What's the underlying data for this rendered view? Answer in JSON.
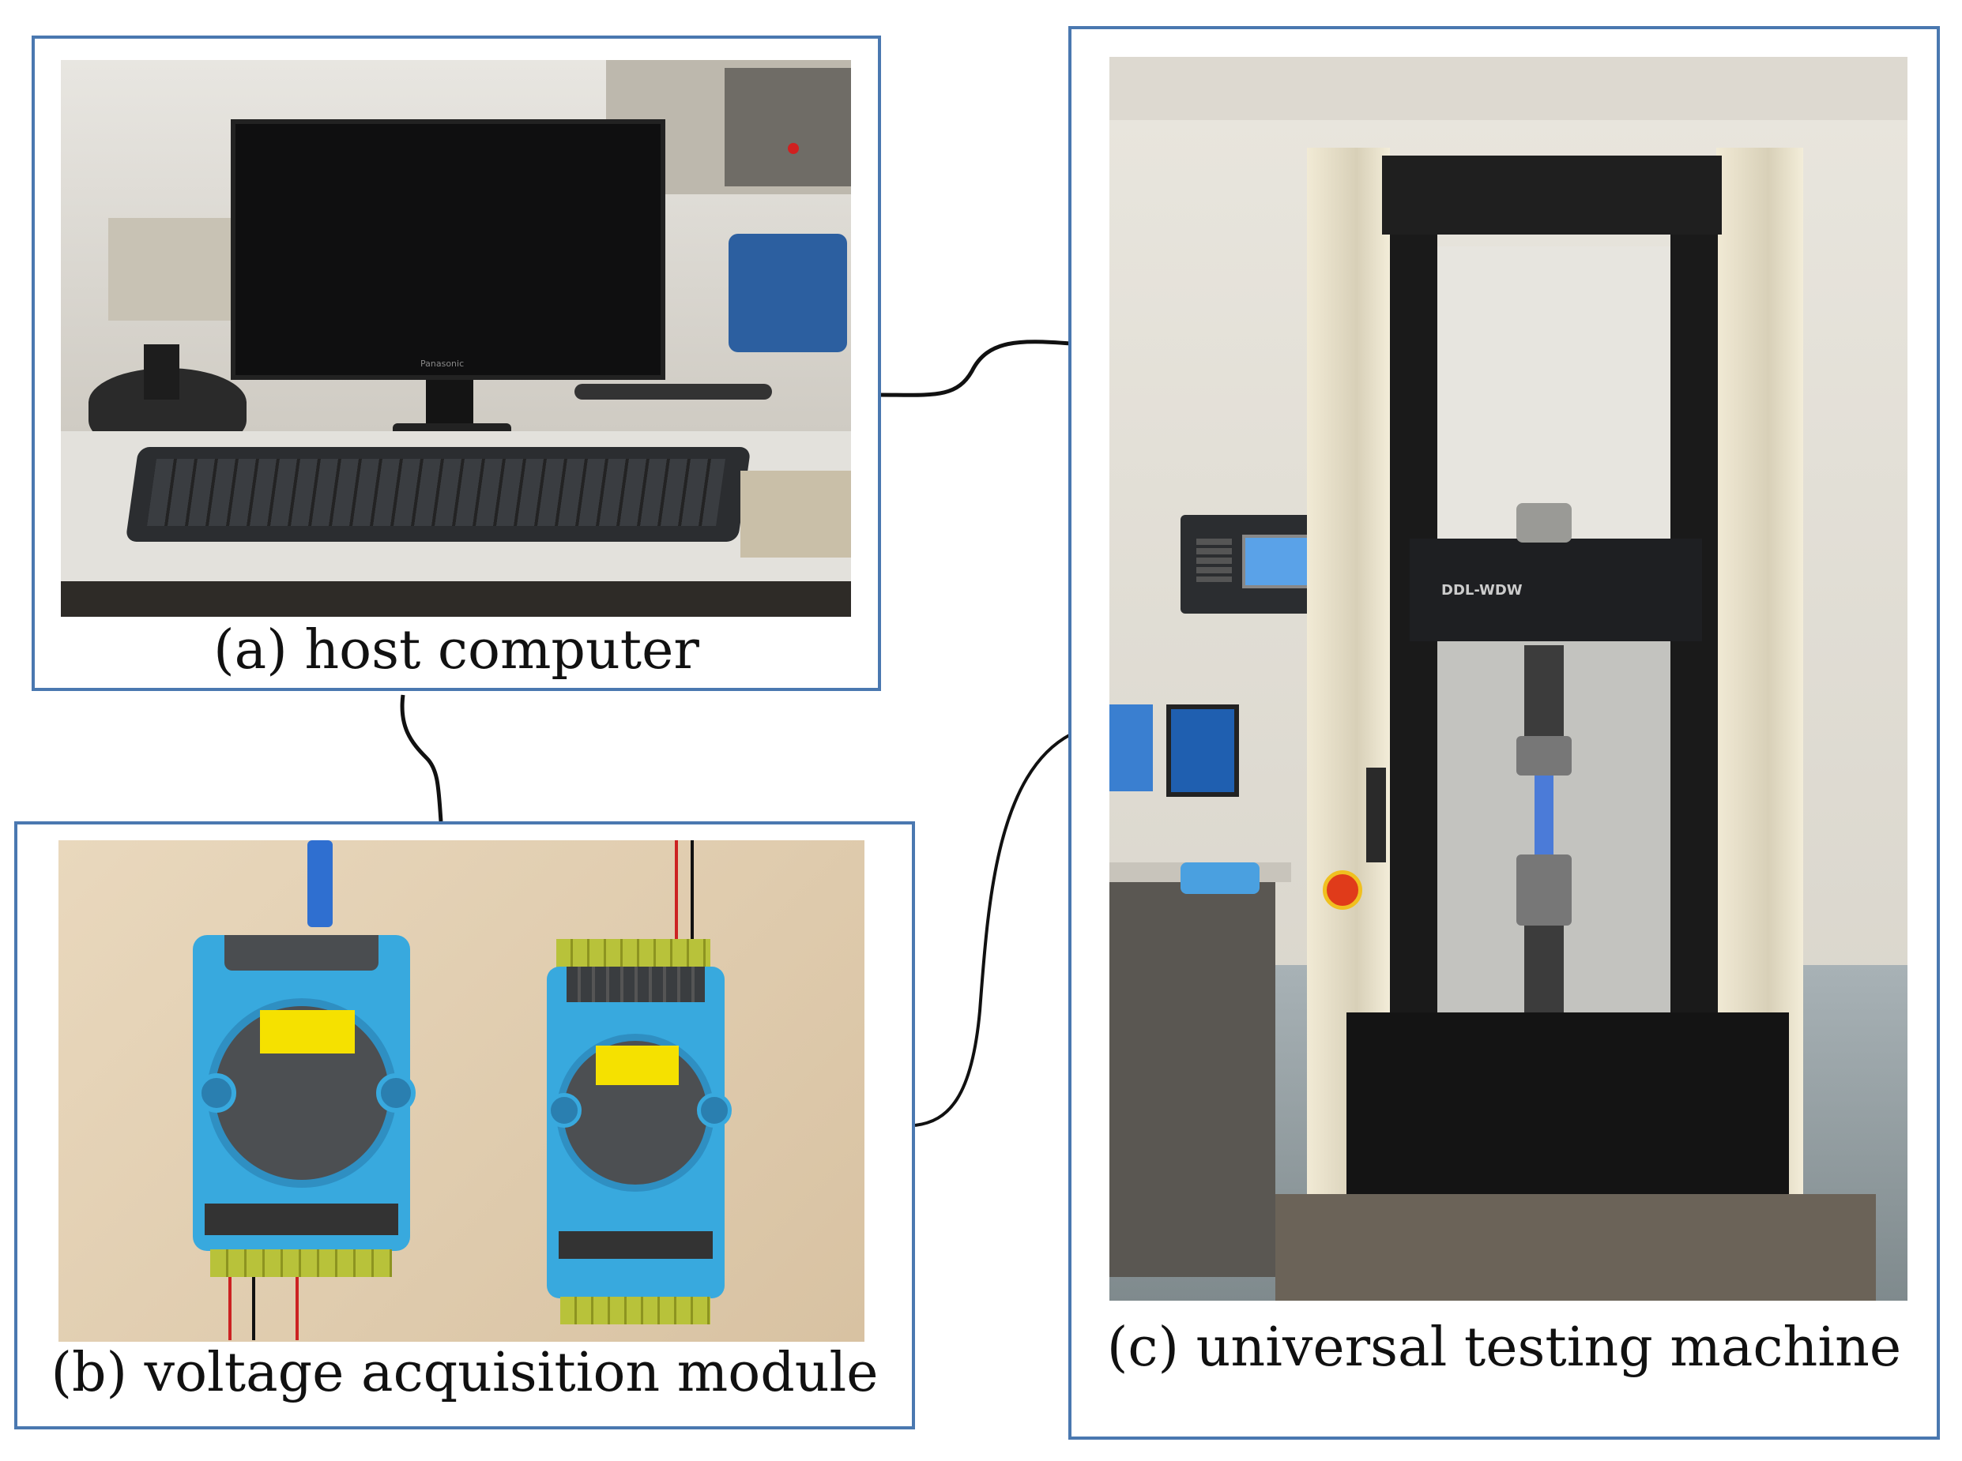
{
  "figure": {
    "panel_a": {
      "caption": "(a) host computer",
      "monitor_brand": "Panasonic"
    },
    "panel_b": {
      "caption": "(b) voltage acquisition module"
    },
    "panel_c": {
      "caption": "(c) universal testing machine",
      "machine_label": "DDL-WDW"
    }
  },
  "colors": {
    "panel_border": "#4a78b0",
    "wire": "#111111",
    "module_blue": "#3aa6dc",
    "label_yellow": "#f5e100",
    "terminal_green": "#b8c23a"
  }
}
